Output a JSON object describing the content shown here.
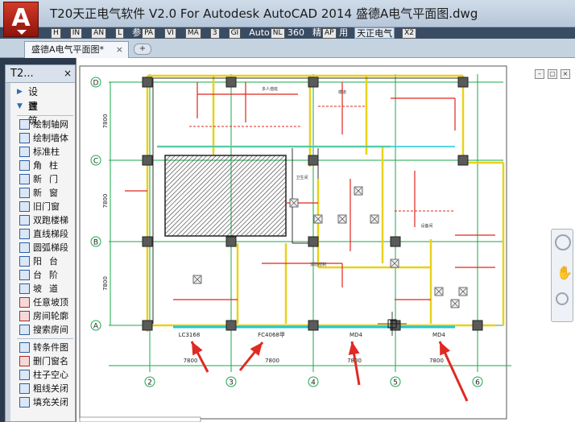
{
  "titlebar": {
    "app_title": "T20天正电气软件 V2.0 For Autodesk AutoCAD 2014",
    "file_title": "盛德A电气平面图.dwg",
    "logo_letter": "A"
  },
  "ribbon_tabs": [
    {
      "label": "",
      "key": "H"
    },
    {
      "label": "",
      "key": "IN"
    },
    {
      "label": "",
      "key": "AN"
    },
    {
      "label": "",
      "key": "L"
    },
    {
      "label": "参",
      "key": "PA"
    },
    {
      "label": "",
      "key": "VI"
    },
    {
      "label": "",
      "key": "MA"
    },
    {
      "label": "",
      "key": "3"
    },
    {
      "label": "",
      "key": "GI"
    },
    {
      "label": "Auto",
      "key": "NL",
      "suffix": "360"
    },
    {
      "label": "精",
      "key": "AP",
      "suffix": "用"
    },
    {
      "label": "天正电气",
      "key": "",
      "active": true
    },
    {
      "label": "",
      "key": "X2"
    }
  ],
  "document_tab": {
    "label": "盛德A电气平面图*",
    "close": "×",
    "new_tab": "+"
  },
  "palette": {
    "title": "T2...",
    "close": "×",
    "groups": [
      {
        "label": "设置",
        "arrow": "▶"
      },
      {
        "label": "建筑",
        "arrow": "▼"
      }
    ],
    "items": [
      {
        "label": "绘制轴网",
        "icon": "grid-icon"
      },
      {
        "label": "绘制墙体",
        "icon": "wall-icon"
      },
      {
        "label": "标准柱",
        "icon": "column-icon"
      },
      {
        "label": "角柱",
        "icon": "corner-column-icon"
      },
      {
        "label": "新门",
        "icon": "door-icon"
      },
      {
        "label": "新窗",
        "icon": "window-icon"
      },
      {
        "label": "旧门窗",
        "icon": "old-door-window-icon"
      },
      {
        "label": "双跑楼梯",
        "icon": "stair-icon"
      },
      {
        "label": "直线梯段",
        "icon": "straight-stair-icon"
      },
      {
        "label": "圆弧梯段",
        "icon": "arc-stair-icon"
      },
      {
        "label": "阳台",
        "icon": "balcony-icon"
      },
      {
        "label": "台阶",
        "icon": "step-icon"
      },
      {
        "label": "坡道",
        "icon": "ramp-icon"
      },
      {
        "label": "任意坡顶",
        "icon": "roof-icon"
      },
      {
        "label": "房间轮廓",
        "icon": "room-outline-icon"
      },
      {
        "label": "搜索房间",
        "icon": "search-room-icon"
      },
      {
        "label": "转条件图",
        "icon": "convert-icon"
      },
      {
        "label": "删门窗名",
        "icon": "delete-name-icon"
      },
      {
        "label": "柱子空心",
        "icon": "hollow-column-icon"
      },
      {
        "label": "粗线关闭",
        "icon": "bulb-icon"
      },
      {
        "label": "填充关闭",
        "icon": "bulb-icon"
      }
    ]
  },
  "drawing": {
    "axes_rows": [
      "D",
      "C",
      "B",
      "A"
    ],
    "axes_cols": [
      "2",
      "3",
      "4",
      "5",
      "6"
    ],
    "dims_left": [
      "7800",
      "7800",
      "7800"
    ],
    "dims_bottom": [
      "7800",
      "7800",
      "7800",
      "7800"
    ],
    "door_labels": [
      "LC3168",
      "FC4068甲",
      "MD4",
      "MD4"
    ],
    "room_labels": [
      "多人值班",
      "楼道",
      "消防控制",
      "设备间",
      "卫生间"
    ],
    "accent_colors": {
      "wall_yellow": "#e8d21a",
      "cable_red": "#e0261b",
      "grid_green": "#18a94a",
      "window_cyan": "#22c6d6",
      "arrow_red": "#e02a23"
    }
  },
  "viewport_controls": [
    "–",
    "▢",
    "×"
  ]
}
